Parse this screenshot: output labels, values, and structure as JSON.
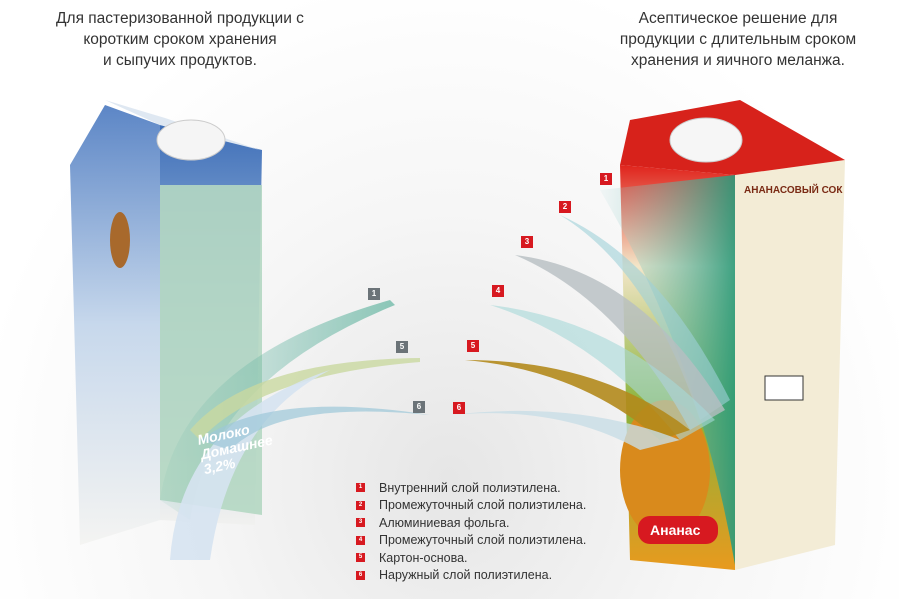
{
  "headings": {
    "left": [
      "Для пастеризованной продукции с",
      "коротким сроком хранения",
      "и сыпучих продуктов."
    ],
    "right": [
      "Асептическое решение для",
      "продукции с длительным сроком",
      "хранения и яичного меланжа."
    ]
  },
  "left_pack": {
    "product_label": [
      "Молоко",
      "Домашнее",
      "3,2%"
    ],
    "layer_badges": [
      "1",
      "5",
      "6"
    ]
  },
  "right_pack": {
    "title": "АНАНАСОВЫЙ СОК",
    "product_label": "Ананас",
    "layer_badges": [
      "1",
      "2",
      "3",
      "4",
      "5",
      "6"
    ]
  },
  "legend": [
    {
      "num": "1",
      "text": "Внутренний слой полиэтилена."
    },
    {
      "num": "2",
      "text": "Промежуточный слой полиэтилена."
    },
    {
      "num": "3",
      "text": "Алюминиевая фольга."
    },
    {
      "num": "4",
      "text": "Промежуточный слой полиэтилена."
    },
    {
      "num": "5",
      "text": "Картон-основа."
    },
    {
      "num": "6",
      "text": "Наружный слой полиэтилена."
    }
  ],
  "colors": {
    "accent_red": "#d71920",
    "badge_gray": "#6b7378"
  }
}
